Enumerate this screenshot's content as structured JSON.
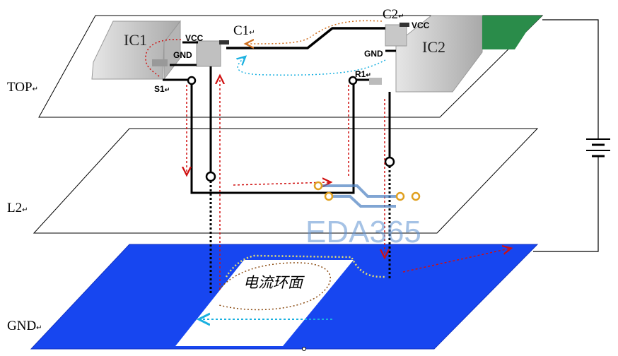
{
  "layers": {
    "top": "TOP",
    "l2": "L2",
    "gnd": "GND",
    "para_mark": "↵"
  },
  "components": {
    "ic1": "IC1",
    "ic2": "IC2",
    "c1": "C1",
    "c2": "C2",
    "vcc1": "VCC",
    "vcc2": "VCC",
    "gnd1": "GND",
    "gnd2": "GND",
    "s1": "S1",
    "r1": "R1"
  },
  "annotation": "电流环面",
  "watermark": "EDA365",
  "colors": {
    "gnd_plane": "#1746f0",
    "ic_body": "#c8c8c8",
    "battery_pad": "#2a8c4a",
    "watermark": "#5b8fd0",
    "trace": "#000000",
    "current_red": "#d01010",
    "current_cyan": "#1ab0e0",
    "current_orange": "#d07020",
    "loop_yellow": "#e8e070"
  }
}
